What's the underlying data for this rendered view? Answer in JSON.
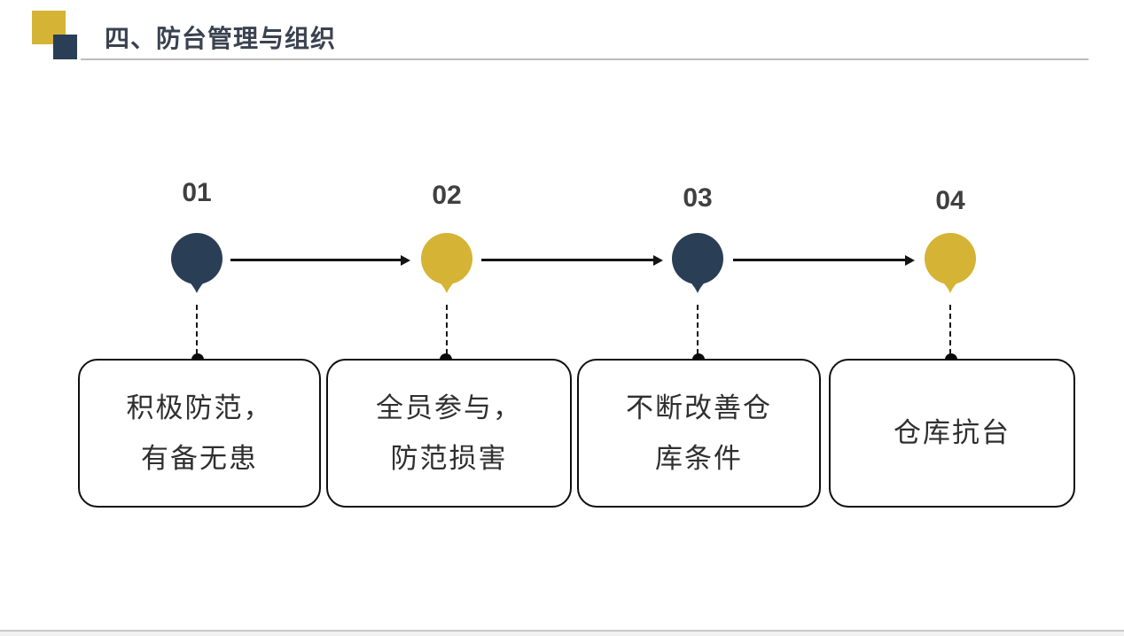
{
  "theme": {
    "background": "#FFFFFF",
    "navy": "#2A3E56",
    "gold": "#D5B335",
    "title_color": "#3A4250",
    "number_color": "#404040",
    "line_color": "#141414",
    "card_text_color": "#2F2F2F",
    "rule_color": "#BBBBBB"
  },
  "header": {
    "title": "四、防台管理与组织"
  },
  "steps": [
    {
      "number": "01",
      "color": "#2A3E56",
      "lines": [
        "积极防范，",
        "有备无患"
      ]
    },
    {
      "number": "02",
      "color": "#D5B335",
      "lines": [
        "全员参与，",
        "防范损害"
      ]
    },
    {
      "number": "03",
      "color": "#2A3E56",
      "lines": [
        "不断改善仓",
        "库条件"
      ]
    },
    {
      "number": "04",
      "color": "#D5B335",
      "lines": [
        "仓库抗台"
      ]
    }
  ]
}
